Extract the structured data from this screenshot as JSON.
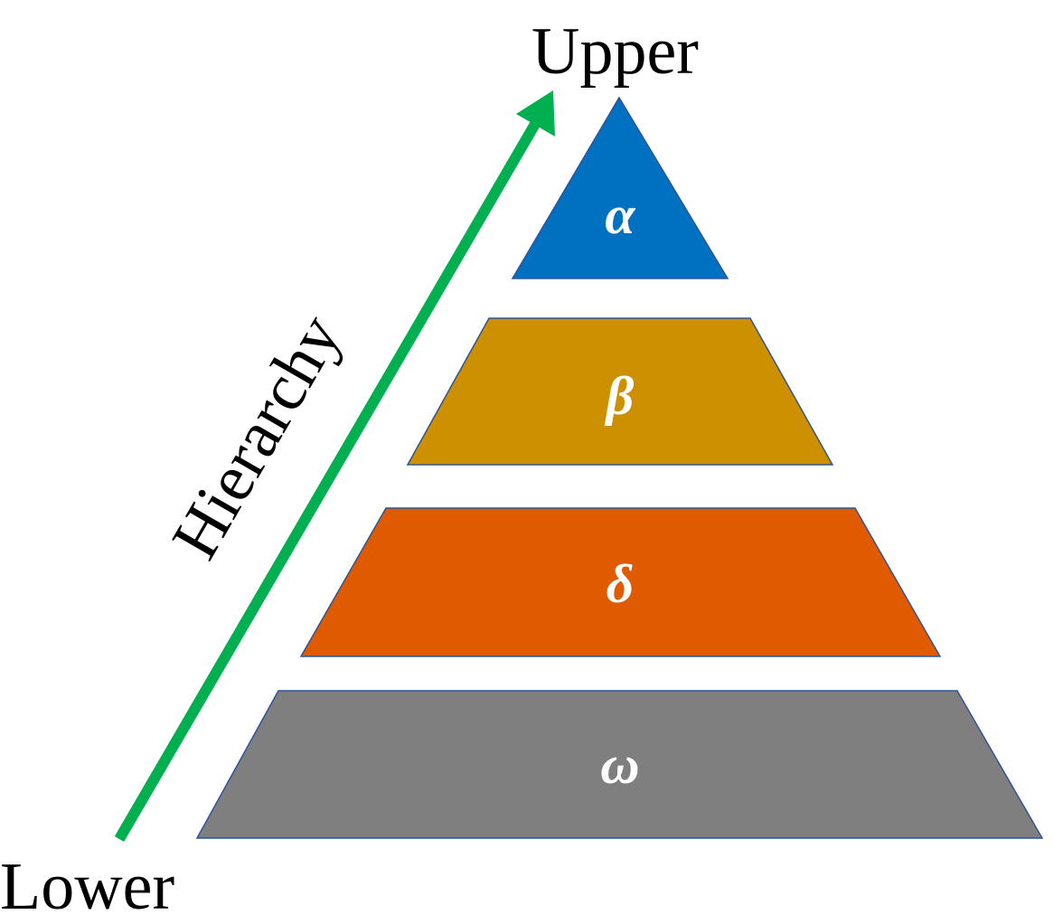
{
  "diagram": {
    "top_label": "Upper",
    "bottom_label": "Lower",
    "axis_label": "Hierarchy",
    "arrow_color": "#00b050",
    "levels": [
      {
        "symbol": "α",
        "color": "#0070c0",
        "shape": "triangle"
      },
      {
        "symbol": "β",
        "color": "#cc9000",
        "shape": "trapezoid"
      },
      {
        "symbol": "δ",
        "color": "#e05a00",
        "shape": "trapezoid"
      },
      {
        "symbol": "ω",
        "color": "#7f7f7f",
        "shape": "trapezoid"
      }
    ]
  }
}
